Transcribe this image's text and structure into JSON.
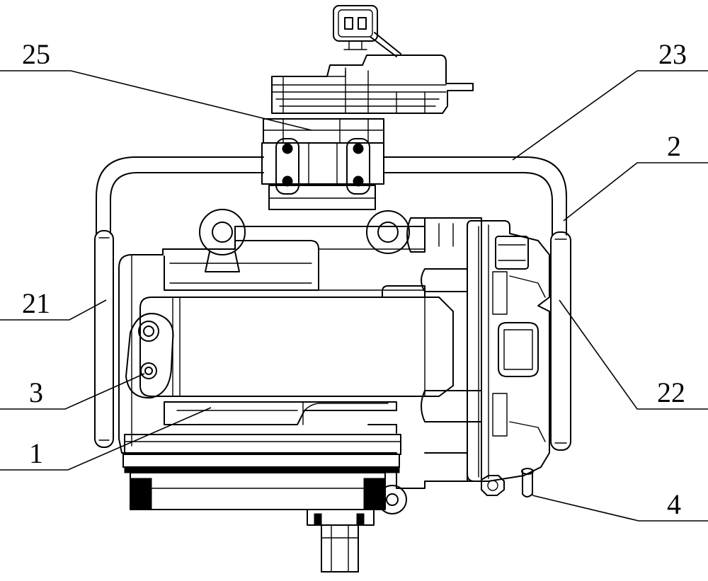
{
  "callouts": [
    {
      "id": "25",
      "label": "25"
    },
    {
      "id": "23",
      "label": "23"
    },
    {
      "id": "2",
      "label": "2"
    },
    {
      "id": "21",
      "label": "21"
    },
    {
      "id": "22",
      "label": "22"
    },
    {
      "id": "3",
      "label": "3"
    },
    {
      "id": "1",
      "label": "1"
    },
    {
      "id": "4",
      "label": "4"
    }
  ],
  "colors": {
    "line": "#000000",
    "background": "#ffffff"
  }
}
